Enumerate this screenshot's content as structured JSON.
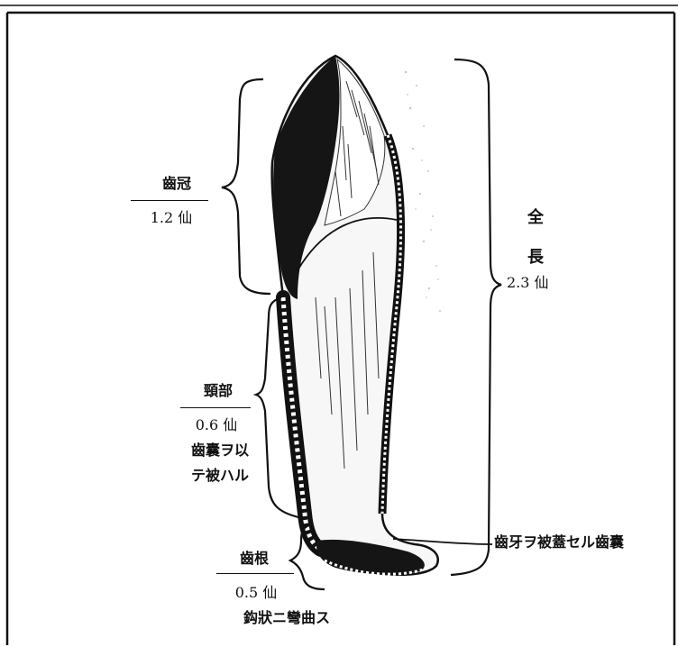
{
  "labels": {
    "crown": {
      "name": "齒冠",
      "size": "1.2 仙"
    },
    "neck": {
      "name": "頸部",
      "size": "0.6 仙",
      "note_line1": "齒囊ヲ以",
      "note_line2": "テ被ハル"
    },
    "root": {
      "name": "齒根",
      "size": "0.5 仙",
      "note": "鈎狀ニ彎曲ス"
    },
    "total": {
      "name_line1": "全",
      "name_line2": "長",
      "size": "2.3 仙"
    },
    "sac_pointer": "齒牙ヲ被蓋セル齒囊"
  },
  "colors": {
    "ink": "#111111",
    "paper": "#ffffff"
  }
}
